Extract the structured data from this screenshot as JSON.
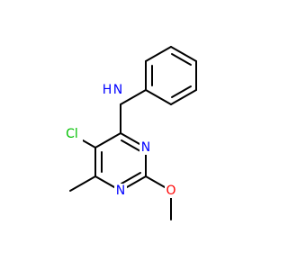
{
  "molecule": {
    "atom_labels": {
      "amine_nitrogen": "N",
      "amine_hydrogen": "H",
      "chlorine": "Cl",
      "ring_nitrogen_upper": "N",
      "ring_nitrogen_lower": "N",
      "ether_oxygen": "O"
    },
    "colors": {
      "bond": "#000000",
      "nitrogen": "#0000ff",
      "chlorine": "#00c000",
      "oxygen": "#ff0000"
    }
  }
}
